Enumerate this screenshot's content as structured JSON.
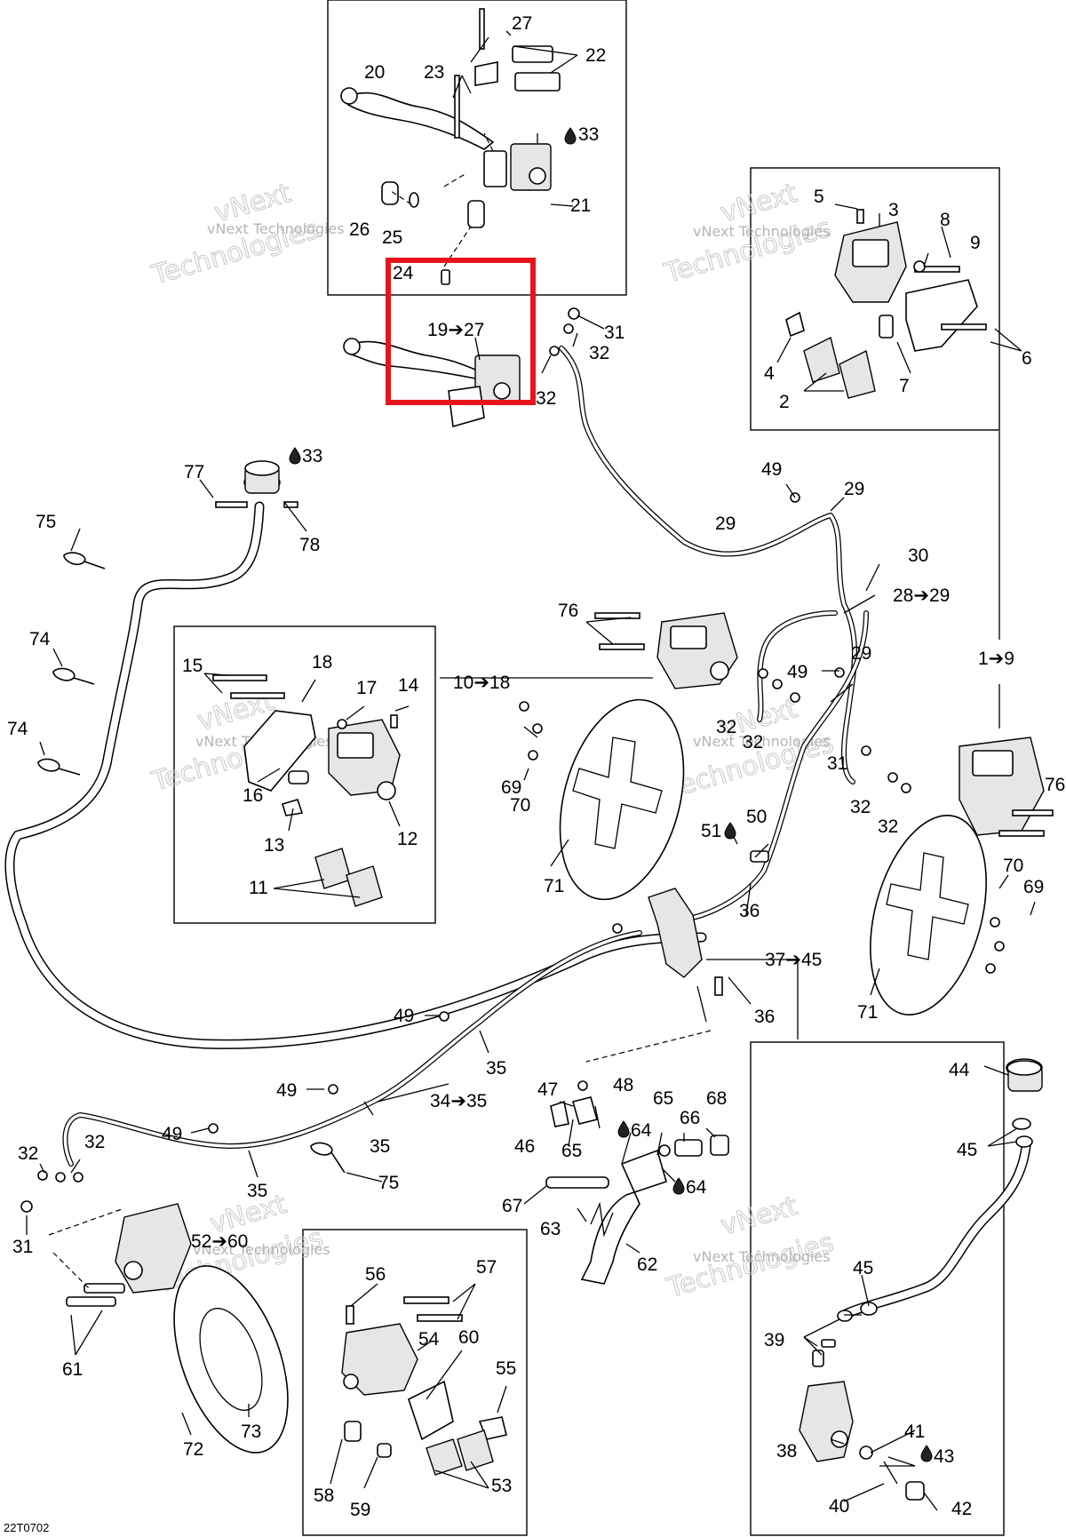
{
  "diagram_code": "22T0702",
  "watermark": {
    "line1": "vNext",
    "line2": "Technologies",
    "small": "vNext Technologies"
  },
  "highlight_label": "19➔27",
  "labels": {
    "l20": "20",
    "l23": "23",
    "l27": "27",
    "l22": "22",
    "l33a": "33",
    "l21": "21",
    "l26": "26",
    "l25": "25",
    "l24": "24",
    "l31a": "31",
    "l32a": "32",
    "l32b": "32",
    "l5": "5",
    "l3": "3",
    "l8": "8",
    "l9": "9",
    "l4": "4",
    "l2": "2",
    "l7": "7",
    "l6": "6",
    "l77": "77",
    "l33b": "33",
    "l78": "78",
    "l75a": "75",
    "l74a": "74",
    "l74b": "74",
    "l49a": "49",
    "l29a": "29",
    "l29b": "29",
    "l30": "30",
    "l28": "28➔29",
    "l76a": "76",
    "l10": "10➔18",
    "l1": "1➔9",
    "l49b": "49",
    "l29c": "29",
    "l15": "15",
    "l18": "18",
    "l17": "17",
    "l14": "14",
    "l16": "16",
    "l13": "13",
    "l12": "12",
    "l11": "11",
    "l32c": "32",
    "l32d": "32",
    "l69a": "69",
    "l70a": "70",
    "l71a": "71",
    "l31b": "31",
    "l32e": "32",
    "l32f": "32",
    "l76b": "76",
    "l51": "51",
    "l50": "50",
    "l36a": "36",
    "l37": "37➔45",
    "l36b": "36",
    "l70b": "70",
    "l69b": "69",
    "l71b": "71",
    "l49c": "49",
    "l35a": "35",
    "l49d": "49",
    "l34": "34➔35",
    "l35b": "35",
    "l49e": "49",
    "l35c": "35",
    "l75b": "75",
    "l47": "47",
    "l48": "48",
    "l46": "46",
    "l65a": "65",
    "l64a": "64",
    "l65b": "65",
    "l66": "66",
    "l68": "68",
    "l64b": "64",
    "l67": "67",
    "l63": "63",
    "l62": "62",
    "l32g": "32",
    "l32h": "32",
    "l31c": "31",
    "l52": "52➔60",
    "l61": "61",
    "l72": "72",
    "l73": "73",
    "l56": "56",
    "l57": "57",
    "l54": "54",
    "l60": "60",
    "l55": "55",
    "l58": "58",
    "l59": "59",
    "l53": "53",
    "l44": "44",
    "l45a": "45",
    "l45b": "45",
    "l39": "39",
    "l38": "38",
    "l41": "41",
    "l43": "43",
    "l40": "40",
    "l42": "42"
  }
}
